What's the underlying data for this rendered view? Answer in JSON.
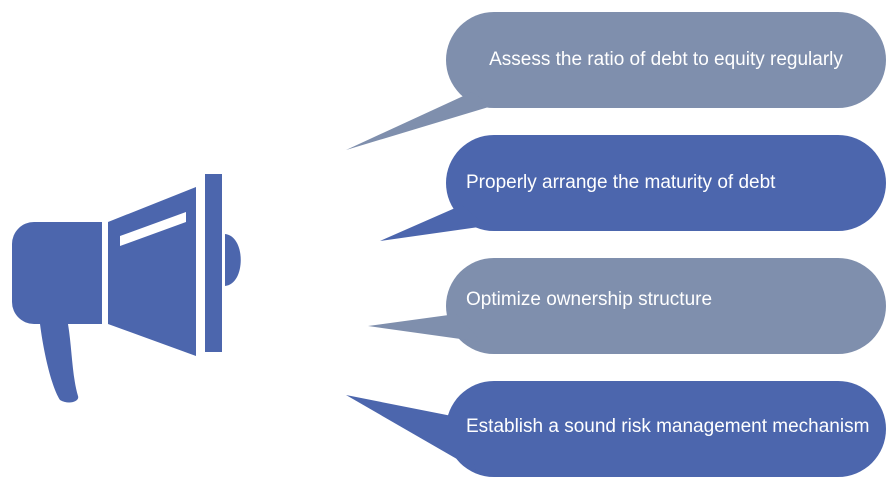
{
  "colors": {
    "megaphone": "#4c66ad",
    "bubble_gray": "#7f8fad",
    "bubble_blue": "#4c66ad",
    "text": "#ffffff"
  },
  "icon": "megaphone-icon",
  "bubbles": [
    {
      "text": "Assess the ratio of debt to equity regularly",
      "color": "gray"
    },
    {
      "text": "Properly arrange the maturity of debt",
      "color": "blue"
    },
    {
      "text": "Optimize ownership structure",
      "color": "gray"
    },
    {
      "text": "Establish a sound risk management mechanism",
      "color": "blue"
    }
  ]
}
